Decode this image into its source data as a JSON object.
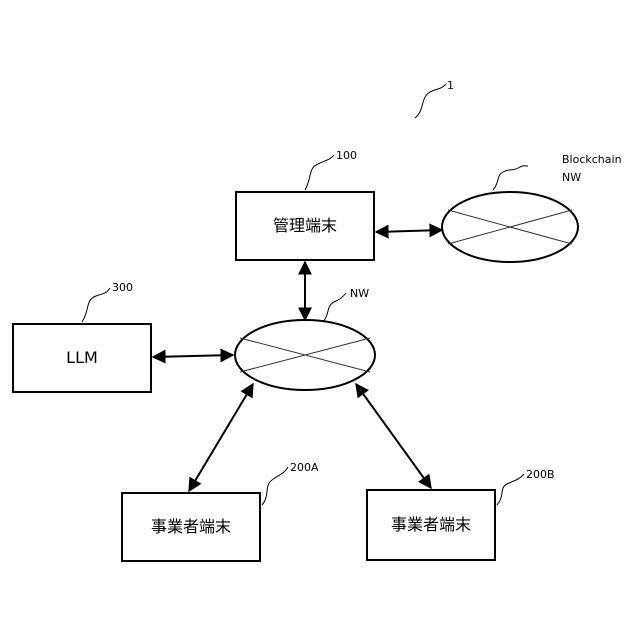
{
  "system": {
    "ref": "1"
  },
  "management_terminal": {
    "label": "管理端末",
    "ref": "100"
  },
  "llm": {
    "label": "LLM",
    "ref": "300"
  },
  "network": {
    "label": "NW"
  },
  "blockchain_network": {
    "label_line1": "Blockchain",
    "label_line2": "NW"
  },
  "operator_terminal_a": {
    "label": "事業者端末",
    "ref": "200A"
  },
  "operator_terminal_b": {
    "label": "事業者端末",
    "ref": "200B"
  },
  "colors": {
    "line": "#000000",
    "background": "#ffffff"
  }
}
